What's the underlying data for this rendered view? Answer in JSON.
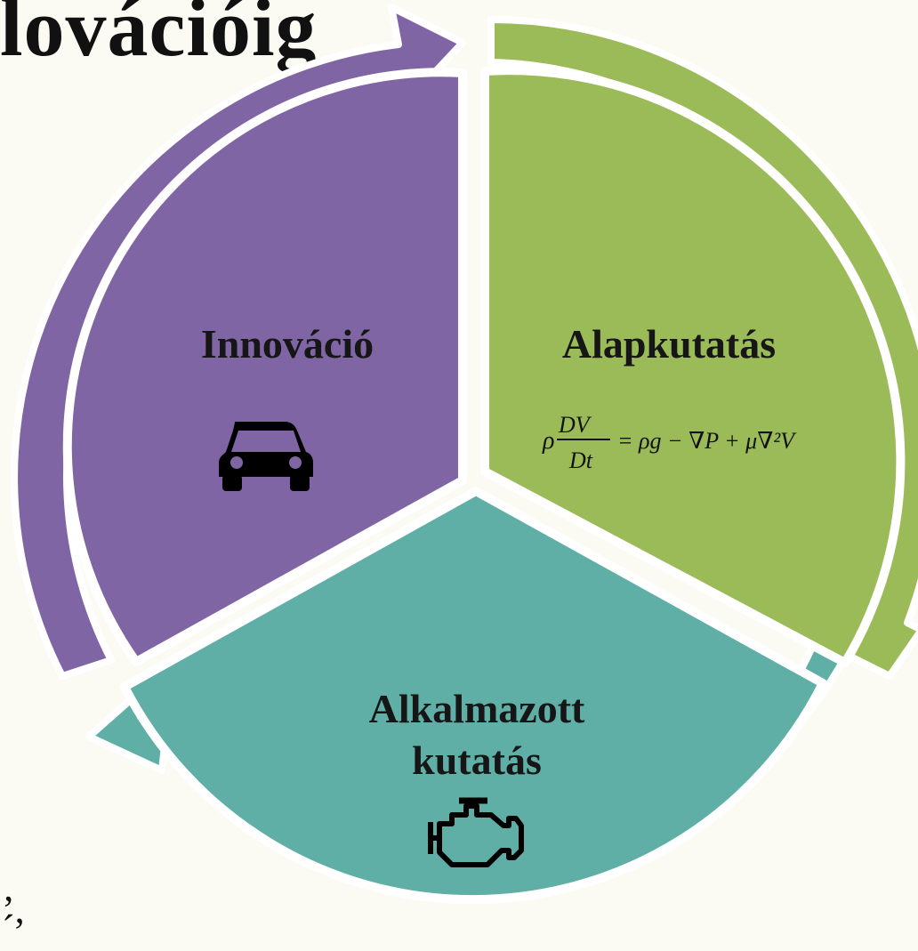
{
  "title_fragment": "lovációig",
  "stray_marks": "’,\n´",
  "segments": [
    {
      "name": "innovacio",
      "label": "Innováció",
      "color": "#7f65a3",
      "icon": "car-icon"
    },
    {
      "name": "alapkutatas",
      "label": "Alapkutatás",
      "color": "#9bbb59",
      "icon": "navier-stokes-equation"
    },
    {
      "name": "alkalmazott-kutatas",
      "label_lines": [
        "Alkalmazott",
        "kutatás"
      ],
      "color": "#5fafa6",
      "icon": "engine-icon"
    }
  ],
  "equation": {
    "rho": "ρ",
    "numerator": "DV",
    "denominator": "Dt",
    "rhs": "= ρg − ∇P + μ∇²V"
  },
  "arrow_colors": {
    "purple": "#7f65a3",
    "green": "#9bbb59",
    "teal": "#5fafa6"
  }
}
